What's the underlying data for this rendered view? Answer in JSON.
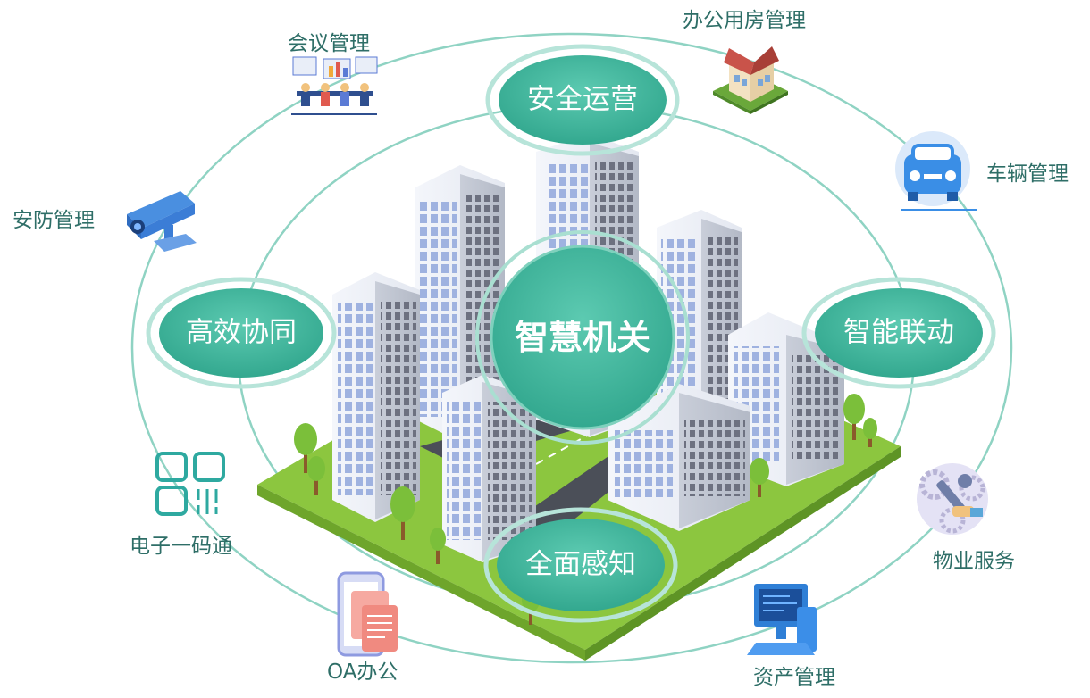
{
  "center": {
    "label": "智慧机关"
  },
  "pillars": {
    "top": "安全运营",
    "left": "高效协同",
    "right": "智能联动",
    "bottom": "全面感知"
  },
  "modules": {
    "meeting": "会议管理",
    "office_housing": "办公用房管理",
    "vehicle": "车辆管理",
    "security": "安防管理",
    "property": "物业服务",
    "code": "电子一码通",
    "oa": "OA办公",
    "asset": "资产管理"
  },
  "icons": {
    "meeting": "meeting-illustration-icon",
    "office_housing": "house-icon",
    "vehicle": "car-icon",
    "security": "security-camera-icon",
    "property": "wrench-gear-icon",
    "code": "qr-code-icon",
    "oa": "mobile-document-icon",
    "asset": "computer-icon"
  },
  "colors": {
    "teal": "#46b9a1",
    "teal_dark": "#2e9d86",
    "ring": "#8fd3c3",
    "ground": "#8cc63f",
    "text": "#2e6e67"
  }
}
